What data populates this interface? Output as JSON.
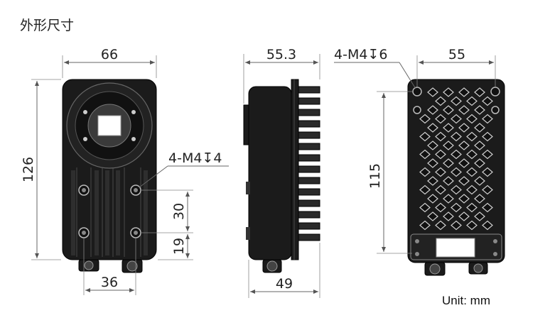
{
  "title": "外形尺寸",
  "unit_label": "Unit: mm",
  "front_view": {
    "width_label": "66",
    "height_label": "126",
    "hole_spacing_label": "30",
    "bottom_offset_label": "19",
    "connector_spacing_label": "36",
    "hole_callout": "4-M4↧4"
  },
  "side_view": {
    "depth_label": "55.3",
    "bottom_depth_label": "49"
  },
  "back_view": {
    "hole_callout": "4-M4↧6",
    "width_label": "55",
    "height_label": "115"
  },
  "colors": {
    "body": "#1b1b1b",
    "fin": "#2c2c2c",
    "outline": "#000000",
    "dimension_line": "#666666"
  }
}
